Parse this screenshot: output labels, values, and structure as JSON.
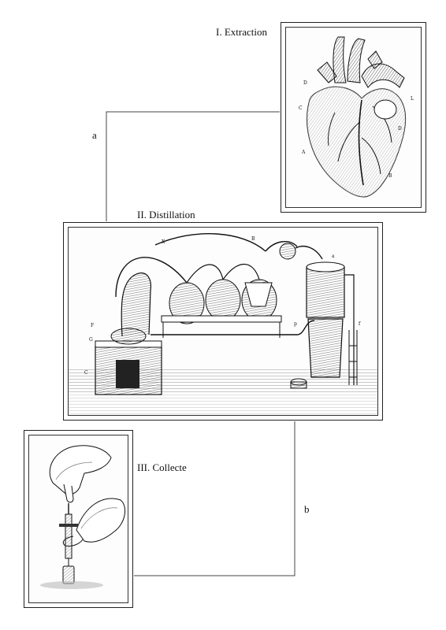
{
  "stages": [
    {
      "id": "extraction",
      "label": "I.  Extraction"
    },
    {
      "id": "distillation",
      "label": "II. Distillation"
    },
    {
      "id": "collection",
      "label": "III. Collecte"
    }
  ],
  "connectors": [
    {
      "id": "a",
      "label": "a"
    },
    {
      "id": "b",
      "label": "b"
    }
  ]
}
